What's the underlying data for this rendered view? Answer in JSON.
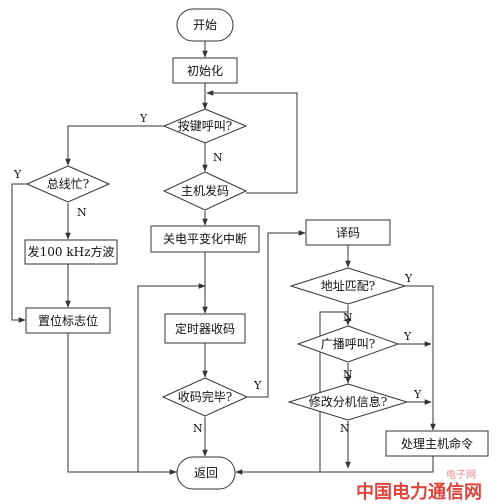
{
  "nodes": {
    "start": "开始",
    "init": "初始化",
    "key_call": "按键呼叫?",
    "host_send": "主机发码",
    "bus_busy": "总线忙?",
    "send_wave": "发100 kHz方波",
    "set_flag": "置位标志位",
    "close_int": "关电平变化中断",
    "timer_recv": "定时器收码",
    "recv_done": "收码完毕?",
    "decode": "译码",
    "addr_match": "地址匹配?",
    "broadcast": "广播呼叫?",
    "modify_info": "修改分机信息?",
    "process_cmd": "处理主机命令",
    "return": "返回"
  },
  "edge_labels": {
    "key_call_yes": "Y",
    "key_call_no": "N",
    "bus_busy_yes": "Y",
    "bus_busy_no": "N",
    "recv_done_yes": "Y",
    "recv_done_no": "N",
    "addr_match_yes": "Y",
    "addr_match_no": "N",
    "broadcast_yes": "Y",
    "broadcast_no": "N",
    "modify_yes": "Y",
    "modify_no": "N"
  },
  "watermark": {
    "line1": "中国电力通信网",
    "line2": "电子网"
  }
}
